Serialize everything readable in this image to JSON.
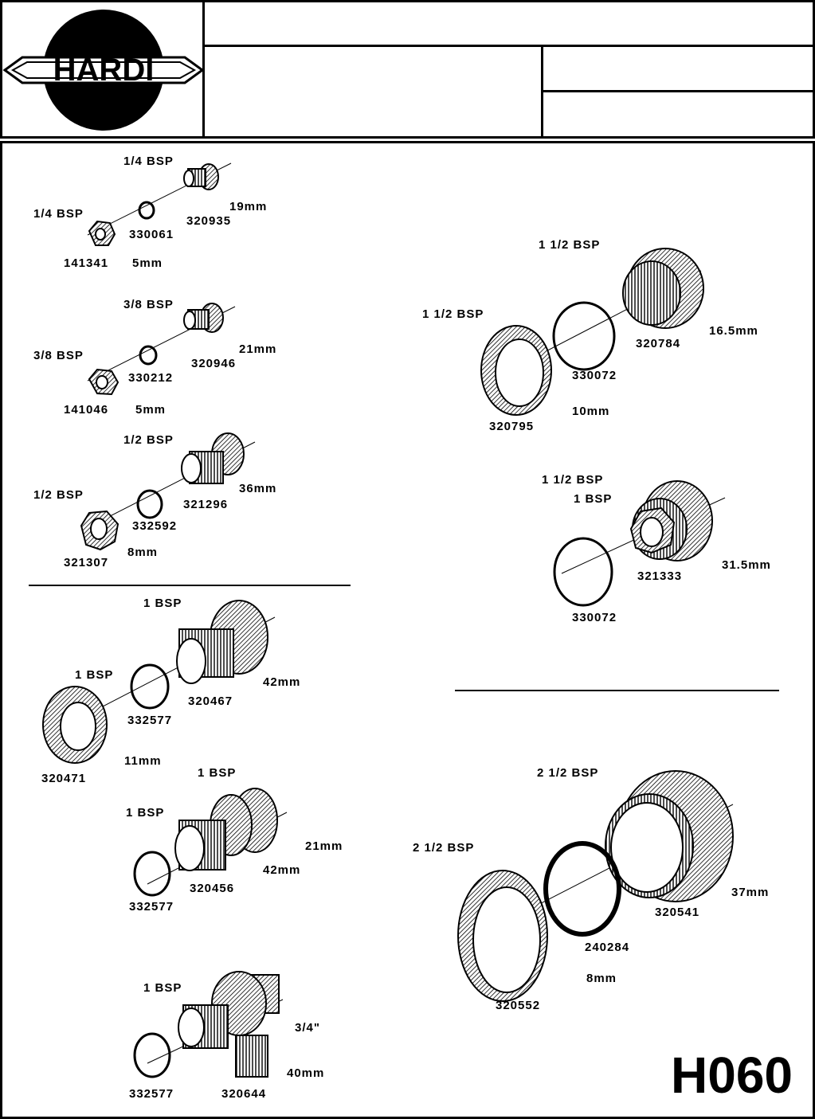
{
  "logo": {
    "text": "HARDI"
  },
  "sheet_code": "H060",
  "parts": [
    {
      "label": "1/4 BSP"
    },
    {
      "label": "320935"
    },
    {
      "label": "19mm"
    },
    {
      "label": "1/4 BSP"
    },
    {
      "label": "330061"
    },
    {
      "label": "141341"
    },
    {
      "label": "5mm"
    },
    {
      "label": "3/8 BSP"
    },
    {
      "label": "3/8 BSP"
    },
    {
      "label": "21mm"
    },
    {
      "label": "330212"
    },
    {
      "label": "320946"
    },
    {
      "label": "141046"
    },
    {
      "label": "5mm"
    },
    {
      "label": "1/2 BSP"
    },
    {
      "label": "1/2 BSP"
    },
    {
      "label": "36mm"
    },
    {
      "label": "321296"
    },
    {
      "label": "332592"
    },
    {
      "label": "321307"
    },
    {
      "label": "8mm"
    },
    {
      "label": "1 BSP"
    },
    {
      "label": "1 BSP"
    },
    {
      "label": "42mm"
    },
    {
      "label": "320467"
    },
    {
      "label": "332577"
    },
    {
      "label": "11mm"
    },
    {
      "label": "320471"
    },
    {
      "label": "1 BSP"
    },
    {
      "label": "1 BSP"
    },
    {
      "label": "21mm"
    },
    {
      "label": "42mm"
    },
    {
      "label": "320456"
    },
    {
      "label": "332577"
    },
    {
      "label": "1 BSP"
    },
    {
      "label": "3/4\""
    },
    {
      "label": "40mm"
    },
    {
      "label": "332577"
    },
    {
      "label": "320644"
    },
    {
      "label": "1 1/2 BSP"
    },
    {
      "label": "1 1/2 BSP"
    },
    {
      "label": "16.5mm"
    },
    {
      "label": "320784"
    },
    {
      "label": "330072"
    },
    {
      "label": "10mm"
    },
    {
      "label": "320795"
    },
    {
      "label": "1 1/2 BSP"
    },
    {
      "label": "1 BSP"
    },
    {
      "label": "31.5mm"
    },
    {
      "label": "321333"
    },
    {
      "label": "330072"
    },
    {
      "label": "2 1/2 BSP"
    },
    {
      "label": "2 1/2 BSP"
    },
    {
      "label": "37mm"
    },
    {
      "label": "320541"
    },
    {
      "label": "240284"
    },
    {
      "label": "8mm"
    },
    {
      "label": "320552"
    }
  ]
}
